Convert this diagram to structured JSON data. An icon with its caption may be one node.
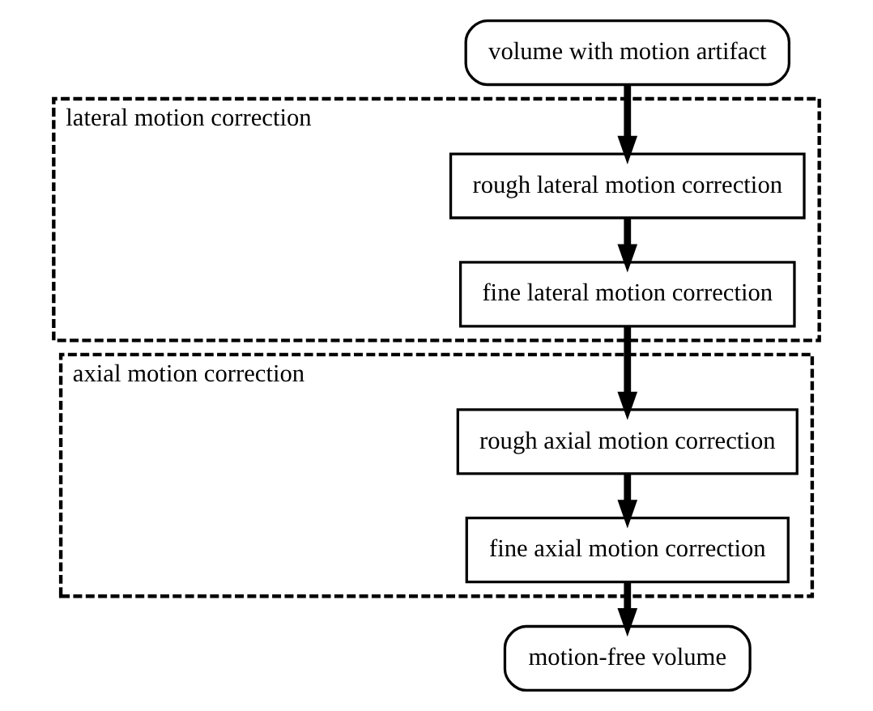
{
  "diagram": {
    "nodes": [
      {
        "text": [
          "volume with motion artifact"
        ]
      },
      {
        "text": [
          "lateral motion correction"
        ]
      },
      {
        "text": [
          "rough lateral motion correction"
        ],
        "in": 1
      },
      {
        "text": [
          "fine lateral motion correction"
        ],
        "in": 1
      },
      {
        "text": [
          "axial motion correction"
        ]
      },
      {
        "text": [
          "rough axial motion correction"
        ],
        "in": 4
      },
      {
        "text": [
          "fine axial motion correction"
        ],
        "in": 4
      },
      {
        "text": [
          "motion-free volume"
        ]
      }
    ],
    "edges": [
      {
        "from": 0,
        "to": 2,
        "arrow": "to"
      },
      {
        "from": 2,
        "to": 3,
        "arrow": "to"
      },
      {
        "from": 3,
        "to": 5,
        "arrow": "to"
      },
      {
        "from": 5,
        "to": 6,
        "arrow": "to"
      },
      {
        "from": 6,
        "to": 7,
        "arrow": "to"
      }
    ]
  }
}
